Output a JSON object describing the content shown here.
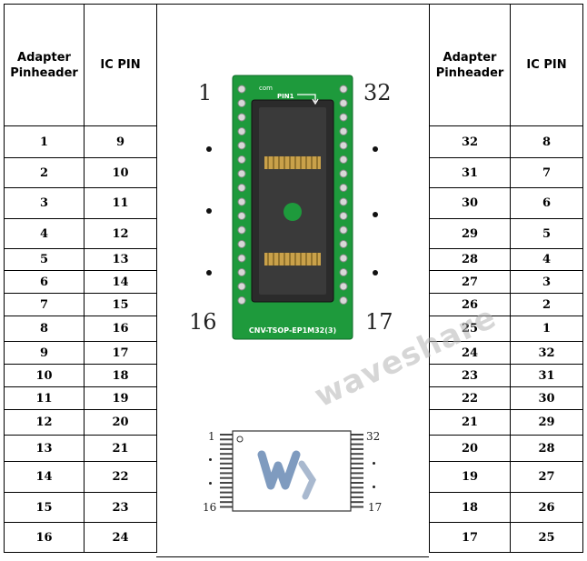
{
  "headers": {
    "adapter": "Adapter Pinheader",
    "ic": "IC PIN"
  },
  "left_rows": [
    {
      "adapter": "1",
      "ic": "9"
    },
    {
      "adapter": "2",
      "ic": "10"
    },
    {
      "adapter": "3",
      "ic": "11"
    },
    {
      "adapter": "4",
      "ic": "12"
    },
    {
      "adapter": "5",
      "ic": "13"
    },
    {
      "adapter": "6",
      "ic": "14"
    },
    {
      "adapter": "7",
      "ic": "15"
    },
    {
      "adapter": "8",
      "ic": "16"
    },
    {
      "adapter": "9",
      "ic": "17"
    },
    {
      "adapter": "10",
      "ic": "18"
    },
    {
      "adapter": "11",
      "ic": "19"
    },
    {
      "adapter": "12",
      "ic": "20"
    },
    {
      "adapter": "13",
      "ic": "21"
    },
    {
      "adapter": "14",
      "ic": "22"
    },
    {
      "adapter": "15",
      "ic": "23"
    },
    {
      "adapter": "16",
      "ic": "24"
    }
  ],
  "right_rows": [
    {
      "adapter": "32",
      "ic": "8"
    },
    {
      "adapter": "31",
      "ic": "7"
    },
    {
      "adapter": "30",
      "ic": "6"
    },
    {
      "adapter": "29",
      "ic": "5"
    },
    {
      "adapter": "28",
      "ic": "4"
    },
    {
      "adapter": "27",
      "ic": "3"
    },
    {
      "adapter": "26",
      "ic": "2"
    },
    {
      "adapter": "25",
      "ic": "1"
    },
    {
      "adapter": "24",
      "ic": "32"
    },
    {
      "adapter": "23",
      "ic": "31"
    },
    {
      "adapter": "22",
      "ic": "30"
    },
    {
      "adapter": "21",
      "ic": "29"
    },
    {
      "adapter": "20",
      "ic": "28"
    },
    {
      "adapter": "19",
      "ic": "27"
    },
    {
      "adapter": "18",
      "ic": "26"
    },
    {
      "adapter": "17",
      "ic": "25"
    }
  ],
  "board": {
    "pin_tl": "1",
    "pin_tr": "32",
    "pin_bl": "16",
    "pin_br": "17",
    "com_label": "com",
    "pin1_label": "PIN1",
    "model_label": "CNV-TSOP-EP1M32(3)",
    "pcb_color": "#1e9a3c"
  },
  "chip": {
    "pin_tl": "1",
    "pin_tr": "32",
    "pin_bl": "16",
    "pin_br": "17"
  },
  "watermark": "waveshare"
}
